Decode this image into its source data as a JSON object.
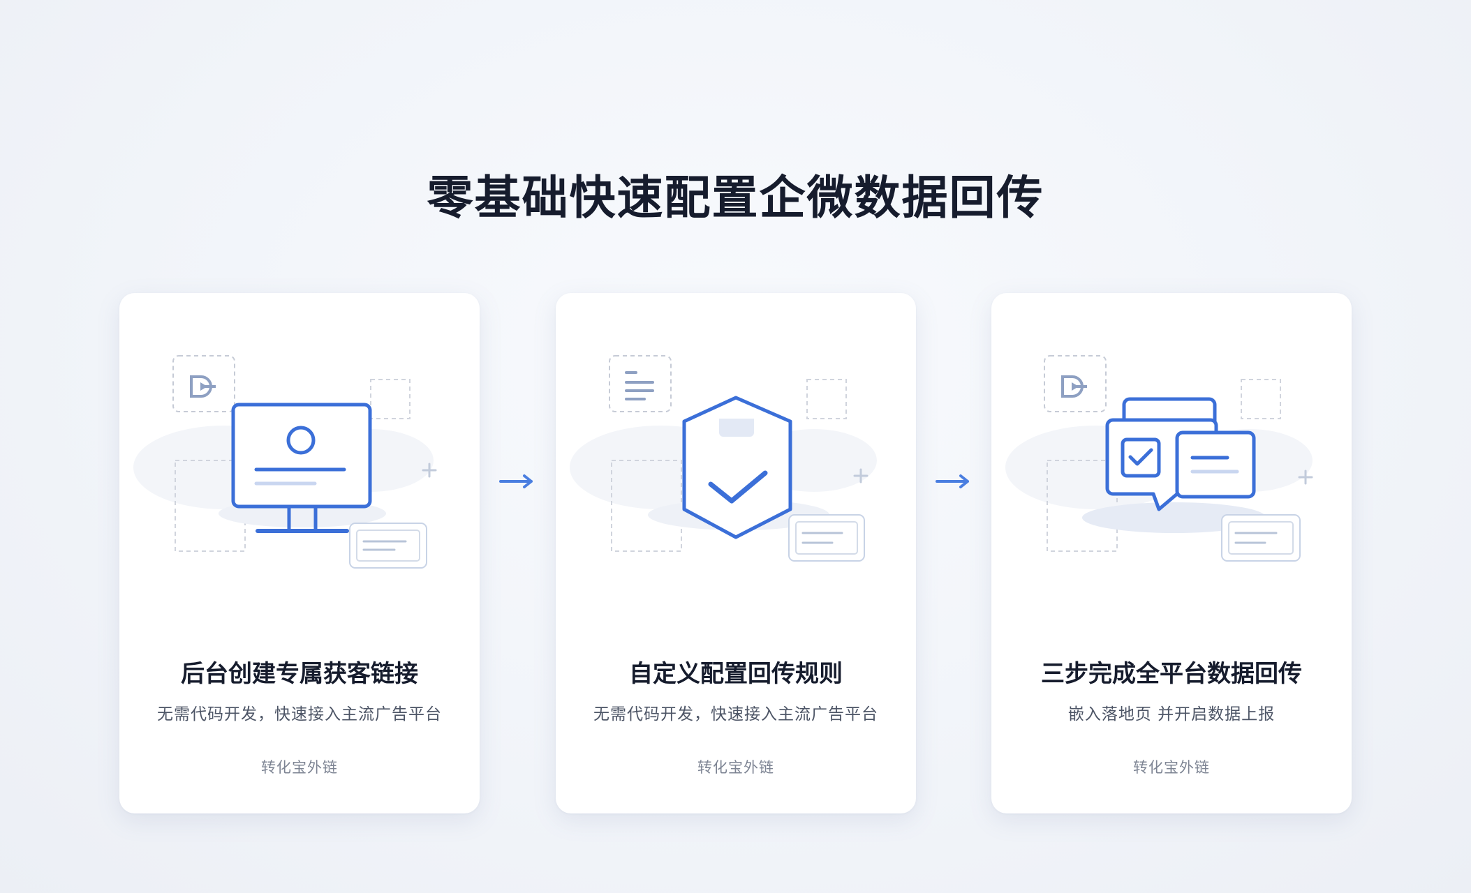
{
  "page": {
    "title": "零基础快速配置企微数据回传",
    "accent_color": "#3b6fd8"
  },
  "steps": [
    {
      "icon": "monitor-user-icon",
      "title": "后台创建专属获客链接",
      "description": "无需代码开发，快速接入主流广告平台",
      "footer": "转化宝外链"
    },
    {
      "icon": "shield-check-icon",
      "title": "自定义配置回传规则",
      "description": "无需代码开发，快速接入主流广告平台",
      "footer": "转化宝外链"
    },
    {
      "icon": "chat-check-icon",
      "title": "三步完成全平台数据回传",
      "description": "嵌入落地页  并开启数据上报",
      "footer": "转化宝外链"
    }
  ],
  "connectors": [
    "arrow-right-icon",
    "arrow-right-icon"
  ]
}
